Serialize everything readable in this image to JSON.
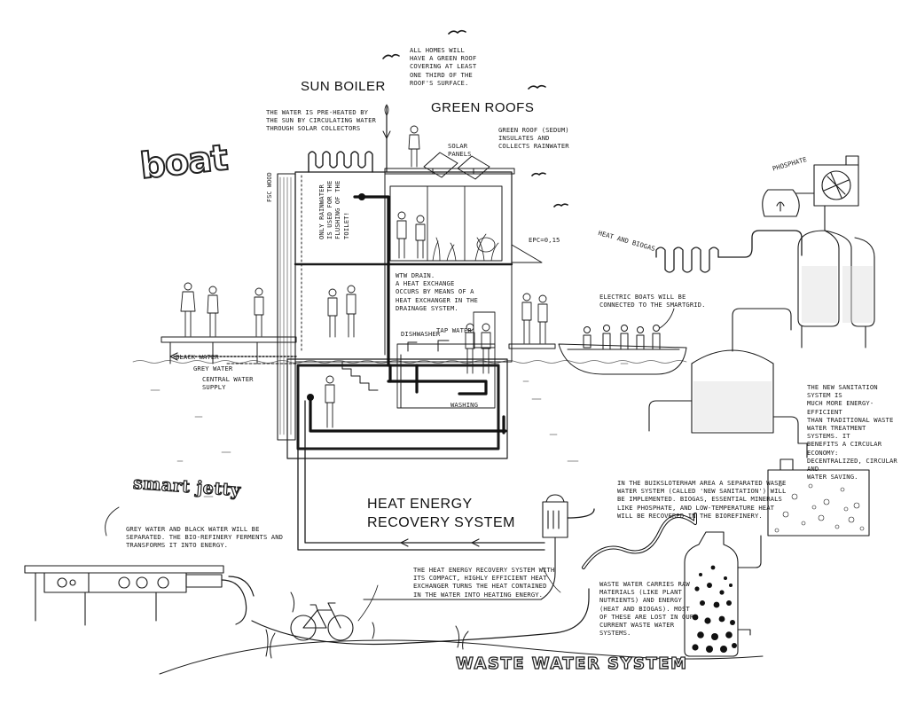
{
  "headings": {
    "boat": "boat",
    "sun_boiler": "SUN BOILER",
    "green_roofs": "GREEN ROOFS",
    "smart_jetty": "smart jetty",
    "heat_energy": "HEAT ENERGY\nRECOVERY SYSTEM",
    "waste_water": "WASTE WATER SYSTEM"
  },
  "labels": {
    "green_roof_note": "ALL HOMES WILL\nHAVE A GREEN ROOF\nCOVERING AT LEAST\nONE THIRD OF THE\nROOF'S SURFACE.",
    "sun_boiler_note": "THE WATER IS PRE-HEATED BY\nTHE SUN BY CIRCULATING WATER\nTHROUGH SOLAR COLLECTORS",
    "solar_panels": "SOLAR\nPANELS",
    "sedum_note": "GREEN ROOF (SEDUM)\nINSULATES AND\nCOLLECTS RAINWATER",
    "fsc_wood": "FSC WOOD",
    "rainwater_note": "ONLY RAINWATER\nIS USED FOR THE\nFLUSHING OF THE\nTOILET!",
    "epc": "EPC=0,15",
    "wtw_drain": "WTW DRAIN.\nA HEAT EXCHANGE\nOCCURS BY MEANS OF A\nHEAT EXCHANGER IN THE\nDRAINAGE SYSTEM.",
    "dishwasher": "DISHWASHER",
    "tap_water": "TAP WATER",
    "washing": "WASHING",
    "black_water": "BLACK WATER",
    "grey_water": "GREY WATER",
    "central_water": "CENTRAL WATER\nSUPPLY",
    "heat_biogas": "HEAT AND BIOGAS",
    "phosphate": "PHOSPHATE",
    "electric_boats": "ELECTRIC BOATS WILL BE\nCONNECTED TO THE SMARTGRID.",
    "sanitation_note": "THE NEW SANITATION SYSTEM IS\nMUCH MORE ENERGY-EFFICIENT\nTHAN TRADITIONAL WASTE\nWATER TREATMENT SYSTEMS. IT\nBENEFITS A CIRCULAR ECONOMY:\nDECENTRALIZED, CIRCULAR AND\nWATER SAVING.",
    "buiksloterham_note": "IN THE BUIKSLOTERHAM AREA A SEPARATED WASTE\nWATER SYSTEM (CALLED 'NEW SANITATION') WILL\nBE IMPLEMENTED. BIOGAS, ESSENTIAL MINERALS\nLIKE PHOSPHATE, AND LOW-TEMPERATURE HEAT\nWILL BE RECOVERED IN THE BIOREFINERY.",
    "jetty_note": "GREY WATER AND BLACK WATER WILL BE\nSEPARATED. THE BIO-REFINERY FERMENTS AND\nTRANSFORMS IT INTO ENERGY.",
    "heat_recovery_note": "THE HEAT ENERGY RECOVERY SYSTEM WITH\nITS COMPACT, HIGHLY EFFICIENT HEAT\nEXCHANGER TURNS THE HEAT CONTAINED\nIN THE WATER INTO HEATING ENERGY.",
    "waste_water_note": "WASTE WATER CARRIES RAW\nMATERIALS (LIKE PLANT\nNUTRIENTS) AND ENERGY\n(HEAT AND BIOGAS). MOST\nOF THESE ARE LOST IN OUR\nCURRENT WASTE WATER\nSYSTEMS."
  },
  "colors": {
    "ink": "#1a1a1a",
    "paper": "#ffffff",
    "pipe": "#111111"
  }
}
